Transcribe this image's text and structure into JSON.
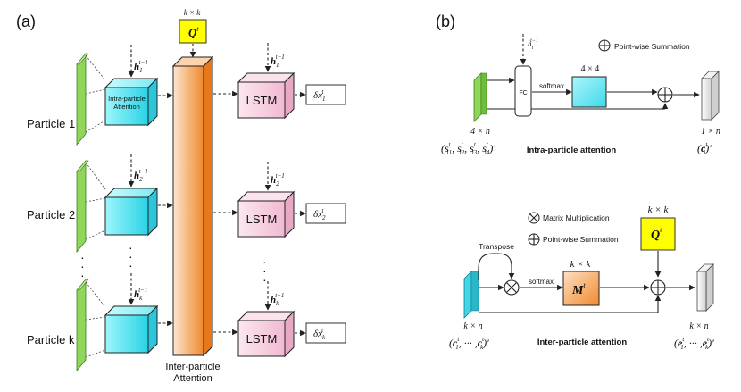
{
  "panel_a": {
    "label": "(a)",
    "particles": [
      "Particle 1",
      "Particle 2",
      "Particle k"
    ],
    "hidden_states": [
      "h",
      "h",
      "h"
    ],
    "hidden_subs": [
      "1",
      "2",
      "k"
    ],
    "hidden_sups": [
      "t−1",
      "t−1",
      "t−1"
    ],
    "intra_label_line1": "Intra-particle",
    "intra_label_line2": "Attention",
    "query_size": "k × k",
    "query_sym": "Q",
    "query_sup": "t",
    "inter_label_line1": "Inter-particle",
    "inter_label_line2": "Attention",
    "lstm_label": "LSTM",
    "outputs": [
      "δx",
      "δx",
      "δx"
    ],
    "output_subs": [
      "1",
      "2",
      "k"
    ],
    "output_sups": [
      "t",
      "t",
      "t"
    ],
    "ellipsis": "·"
  },
  "panel_b": {
    "label": "(b)",
    "intra": {
      "hidden_sym": "h",
      "hidden_sub": "i",
      "hidden_sup": "t−1",
      "legend_sum": "Point-wise Summation",
      "fc_label": "FC",
      "softmax": "softmax",
      "matrix_size": "4 × 4",
      "input_size": "4 × n",
      "input_expr": "(s",
      "input_parts": [
        "i1",
        "i2",
        "i3",
        "i4"
      ],
      "input_sup": "t",
      "transpose_mark": "′",
      "output_size": "1 × n",
      "output_sym": "c",
      "output_sub": "i",
      "output_sup": "t",
      "caption": "Intra-particle attention"
    },
    "inter": {
      "legend_mult": "Matrix Multiplication",
      "legend_sum": "Point-wise Summation",
      "transpose_label": "Transpose",
      "softmax": "softmax",
      "matrix_size": "k × k",
      "matrix_sym": "M",
      "matrix_sup": "t",
      "query_size": "k × k",
      "query_sym": "Q",
      "query_sup": "t",
      "input_size": "k × n",
      "input_sym": "c",
      "input_subs": [
        "1",
        "k"
      ],
      "input_sup": "t",
      "output_size": "k × n",
      "output_sym": "e",
      "output_subs": [
        "1",
        "k"
      ],
      "output_sup": "t",
      "dots": ", ··· ,",
      "caption": "Inter-particle attention"
    }
  },
  "colors": {
    "green": "#8fd65a",
    "cyan": "#5fe6f0",
    "orange": "#f08a2e",
    "yellow": "#ffff00",
    "pink": "#f4c8dc",
    "gray": "#dcdcdc"
  }
}
